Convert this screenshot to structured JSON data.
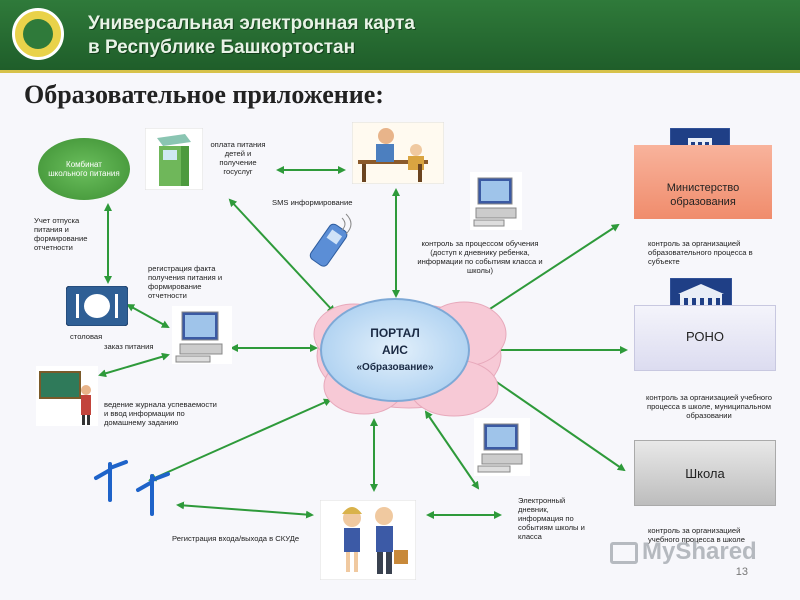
{
  "header": {
    "title_line1": "Универсальная электронная карта",
    "title_line2": "в Республике Башкортостан"
  },
  "page_title": "Образовательное приложение:",
  "nodes": {
    "kombinat": "Комбинат школьного питания",
    "portal_line1": "ПОРТАЛ",
    "portal_line2": "АИС",
    "portal_line3": "«Образование»",
    "ministry": "Министерство образования",
    "rono": "РОНО",
    "school": "Школа"
  },
  "labels": {
    "uchet": "Учет отпуска питания и формирование отчетности",
    "oplata": "оплата питания детей и получение госуслуг",
    "sms": "SMS информирование",
    "kontrol_obuch": "контроль за процессом обучения (доступ к дневнику ребенка, информации по событиям класса и школы)",
    "kontrol_subject": "контроль за организацией образовательного процесса в субъекте",
    "registr_pitanie": "регистрация факта получения питания и формирование отчетности",
    "stolovaya": "столовая",
    "zakaz": "заказ питания",
    "zhurnal": "ведение журнала успеваемости и ввод информации по домашнему заданию",
    "kontrol_munic": "контроль за организацией учебного процесса в школе, муниципальном образовании",
    "dnevnik": "Электронный дневник, информация по событиям школы и класса",
    "skud": "Регистрация входа/выхода в СКУДе",
    "kontrol_school": "контроль за организацией учебного процесса в школе"
  },
  "footer": {
    "page_number": "13",
    "watermark": "MyShared"
  },
  "colors": {
    "header_green": "#2f7a3a",
    "arrow_green": "#2e9a3a",
    "kombinat_green": "#4aa23f",
    "ministry_fill": "#f4a28a",
    "portal_blue": "#b9d8f2",
    "cloud_pink": "#f7c9d6"
  }
}
